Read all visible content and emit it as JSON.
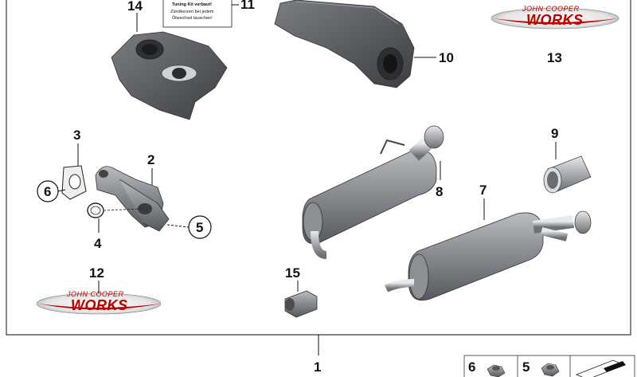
{
  "callouts": {
    "c1": "1",
    "c2": "2",
    "c3": "3",
    "c4": "4",
    "c5": "5",
    "c6": "6",
    "c7": "7",
    "c8": "8",
    "c9": "9",
    "c10": "10",
    "c11": "11",
    "c12": "12",
    "c13": "13",
    "c14": "14",
    "c15": "15"
  },
  "tag_label": {
    "line1": "Tuning Kit verbaut!",
    "line2": "Zündkerzen bei jedem",
    "line3": "Ölwechsel tauschen!"
  },
  "badges": {
    "top_line": "JOHN COOPER",
    "main_line": "WORKS"
  },
  "legend": {
    "item_a": "6",
    "item_b": "5"
  },
  "colors": {
    "badge_red": "#b00000",
    "part_gray": "#6b6e72",
    "frame": "#333333"
  }
}
